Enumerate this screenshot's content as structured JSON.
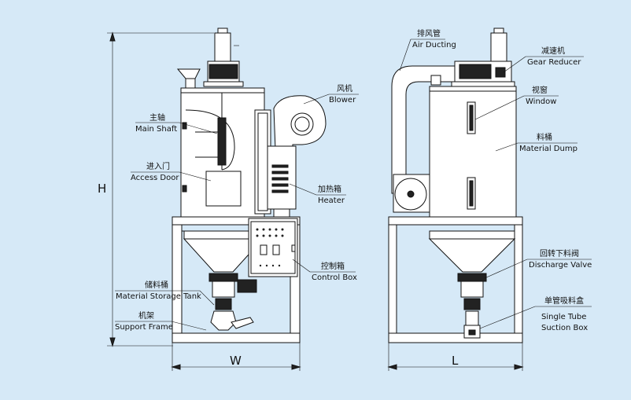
{
  "labels": {
    "air_ducting_cn": "排风管",
    "air_ducting_en": "Air Ducting",
    "gear_reducer_cn": "减速机",
    "gear_reducer_en": "Gear Reducer",
    "blower_cn": "风机",
    "blower_en": "Blower",
    "main_shaft_cn": "主轴",
    "main_shaft_en": "Main Shaft",
    "window_cn": "视窗",
    "window_en": "Window",
    "material_dump_cn": "料桶",
    "material_dump_en": "Material Dump",
    "access_door_cn": "进入门",
    "access_door_en": "Access Door",
    "heater_cn": "加热箱",
    "heater_en": "Heater",
    "control_box_cn": "控制箱",
    "control_box_en": "Control Box",
    "discharge_valve_cn": "回转下料阀",
    "discharge_valve_en": "Discharge Valve",
    "storage_tank_cn": "储料桶",
    "storage_tank_en": "Material Storage Tank",
    "support_frame_cn": "机架",
    "support_frame_en": "Support Frame",
    "suction_box_cn": "单管吸料盒",
    "suction_box_en1": "Single Tube",
    "suction_box_en2": "Suction Box"
  },
  "dimensions": {
    "height": "H",
    "width": "W",
    "length": "L"
  },
  "colors": {
    "background": "#d6e9f7",
    "line": "#111111"
  }
}
